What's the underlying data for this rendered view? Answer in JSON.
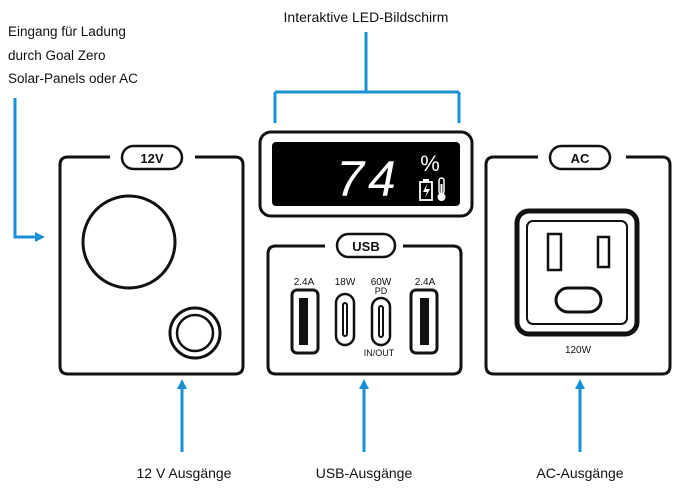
{
  "callouts": {
    "display": "Interaktive LED-Bildschirm",
    "input_line1": "Eingang für Ladung",
    "input_line2": "durch Goal Zero",
    "input_line3": "Solar-Panels oder AC",
    "out_12v": "12 V Ausgänge",
    "out_usb": "USB-Ausgänge",
    "out_ac": "AC-Ausgänge"
  },
  "panels": {
    "p12v_tab": "12V",
    "usb_tab": "USB",
    "ac_tab": "AC"
  },
  "display": {
    "value": "74",
    "unit": "%"
  },
  "usb_ports": {
    "a1_label": "2.4A",
    "c1_label": "18W",
    "c2_label_line1": "60W",
    "c2_label_line2": "PD",
    "c2_sub": "IN/OUT",
    "a2_label": "2.4A"
  },
  "ac": {
    "watt_label": "120W"
  },
  "colors": {
    "accent_blue": "#1a8fd6",
    "outline": "#111111",
    "display_bg": "#000000",
    "display_fg": "#ffffff"
  }
}
